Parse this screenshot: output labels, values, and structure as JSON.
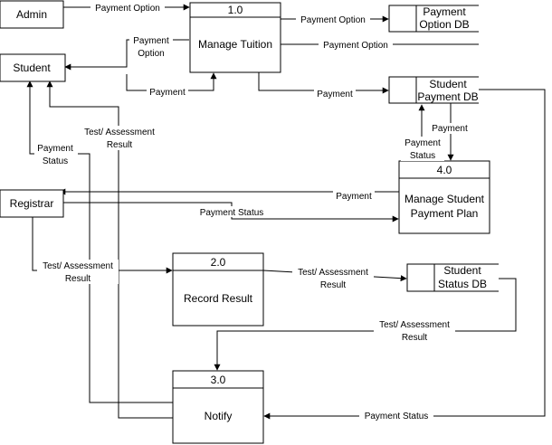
{
  "entities": {
    "admin": "Admin",
    "student": "Student",
    "registrar": "Registrar"
  },
  "processes": {
    "p1": {
      "number": "1.0",
      "label": "Manage Tuition"
    },
    "p2": {
      "number": "2.0",
      "label": "Record Result"
    },
    "p3": {
      "number": "3.0",
      "label": "Notify"
    },
    "p4": {
      "number": "4.0",
      "label": [
        "Manage Student",
        "Payment Plan"
      ]
    }
  },
  "stores": {
    "payment_option_db": [
      "Payment",
      "Option DB"
    ],
    "student_payment_db": [
      "Student",
      "Payment DB"
    ],
    "student_status_db": [
      "Student",
      "Status DB"
    ]
  },
  "flows": {
    "admin_to_p1": "Payment Option",
    "p1_to_podb": "Payment Option",
    "podb_to_p1": "Payment Option",
    "p1_to_student": [
      "Payment",
      "Option"
    ],
    "student_to_p1": "Payment",
    "p1_to_spdb": "Payment",
    "spdb_to_p4": "Payment",
    "p4_to_spdb": [
      "Payment",
      "Status"
    ],
    "p4_to_registrar": "Payment",
    "registrar_to_p4": "Payment Status",
    "registrar_to_p2": [
      "Test/ Assessment",
      "Result"
    ],
    "p2_to_ssdb": [
      "Test/ Assessment",
      "Result"
    ],
    "ssdb_to_p3": [
      "Test/ Assessment",
      "Result"
    ],
    "spdb_to_p3": "Payment Status",
    "p3_to_student_status": [
      "Payment",
      "Status"
    ],
    "p3_to_student_result": [
      "Test/ Assessment",
      "Result"
    ]
  }
}
